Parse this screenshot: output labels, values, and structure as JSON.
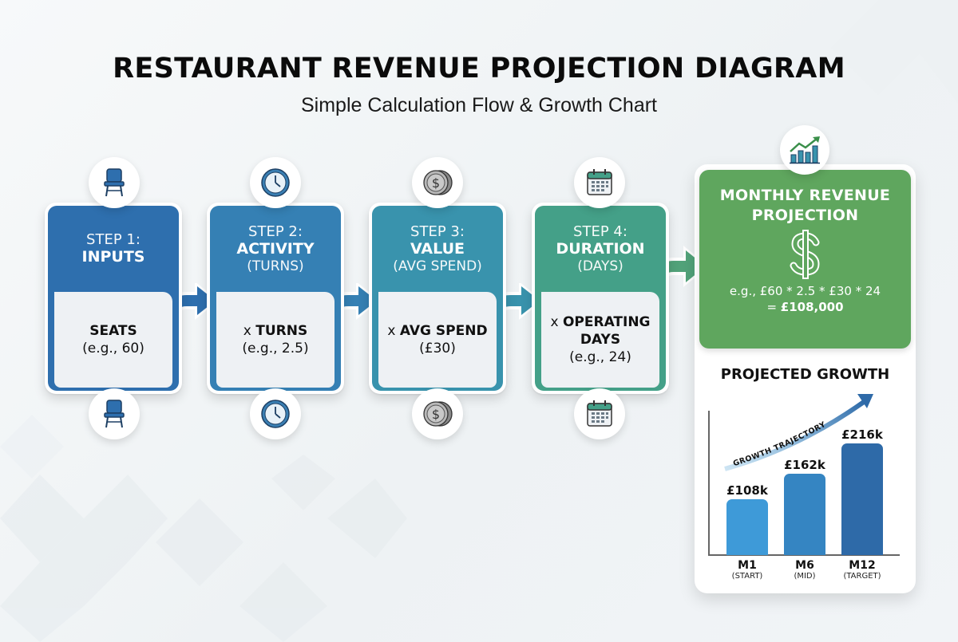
{
  "header": {
    "title": "RESTAURANT REVENUE PROJECTION DIAGRAM",
    "subtitle": "Simple Calculation Flow & Growth Chart"
  },
  "steps": [
    {
      "step_label": "STEP 1:",
      "name": "INPUTS",
      "sub": "",
      "operator": "",
      "factor": "SEATS",
      "example": "(e.g., 60)",
      "icon": "chair-icon",
      "color": "#2e6fae"
    },
    {
      "step_label": "STEP 2:",
      "name": "ACTIVITY",
      "sub": "(TURNS)",
      "operator": "x ",
      "factor": "TURNS",
      "example": "(e.g., 2.5)",
      "icon": "clock-icon",
      "color": "#3580b4"
    },
    {
      "step_label": "STEP 3:",
      "name": "VALUE",
      "sub": "(AVG SPEND)",
      "operator": "x ",
      "factor": "AVG SPEND",
      "example": "(£30)",
      "icon": "coin-icon",
      "color": "#3993ad"
    },
    {
      "step_label": "STEP 4:",
      "name": "DURATION",
      "sub": "(DAYS)",
      "operator": "x ",
      "factor": "OPERATING DAYS",
      "example": "(e.g., 24)",
      "icon": "calendar-icon",
      "color": "#44a088"
    }
  ],
  "result": {
    "title_line1": "MONTHLY REVENUE",
    "title_line2": "PROJECTION",
    "icon": "dollar-icon",
    "badge_icon": "growth-chart-icon",
    "formula": "e.g., £60 * 2.5 * £30 * 24",
    "equals": "= ",
    "total": "£108,000",
    "color": "#5fa65e"
  },
  "growth": {
    "title": "PROJECTED GROWTH",
    "trajectory_label": "GROWTH TRAJECTORY"
  },
  "chart_data": {
    "type": "bar",
    "title": "PROJECTED GROWTH",
    "categories": [
      "M1",
      "M6",
      "M12"
    ],
    "category_sublabels": [
      "(START)",
      "(MID)",
      "(TARGET)"
    ],
    "values": [
      108,
      162,
      216
    ],
    "value_labels": [
      "£108k",
      "£162k",
      "£216k"
    ],
    "unit": "£k",
    "bar_colors": [
      "#3e9ad8",
      "#3585c2",
      "#2e6aa8"
    ],
    "annotations": [
      "GROWTH TRAJECTORY"
    ],
    "xlabel": "",
    "ylabel": "",
    "grid": false,
    "legend": false
  }
}
